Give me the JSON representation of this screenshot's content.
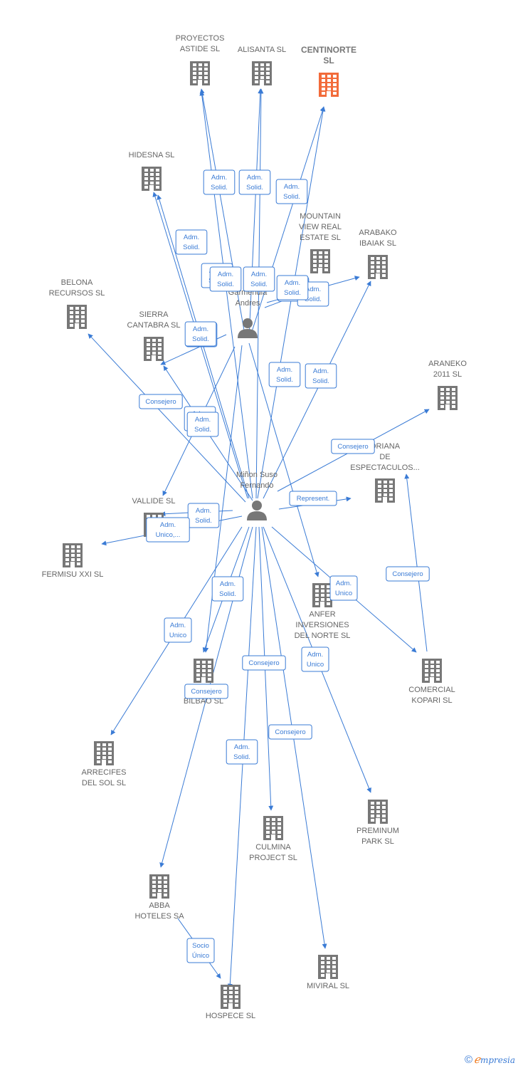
{
  "colors": {
    "edge": "#3a7bd5",
    "building": "#777777",
    "highlight": "#f26b3a",
    "person": "#777777",
    "label": "#666666"
  },
  "nodes": [
    {
      "id": "proyectos",
      "type": "company",
      "label": [
        "PROYECTOS",
        "ASTIDE SL"
      ]
    },
    {
      "id": "alisanta",
      "type": "company",
      "label": [
        "ALISANTA SL"
      ]
    },
    {
      "id": "centinorte",
      "type": "company",
      "label": [
        "CENTINORTE",
        "SL"
      ],
      "highlight": true
    },
    {
      "id": "hidesna",
      "type": "company",
      "label": [
        "HIDESNA SL"
      ]
    },
    {
      "id": "mountain",
      "type": "company",
      "label": [
        "MOUNTAIN",
        "VIEW REAL",
        "ESTATE SL"
      ]
    },
    {
      "id": "arabako",
      "type": "company",
      "label": [
        "ARABAKO",
        "IBAIAK SL"
      ]
    },
    {
      "id": "belona",
      "type": "company",
      "label": [
        "BELONA",
        "RECURSOS SL"
      ]
    },
    {
      "id": "sierra",
      "type": "company",
      "label": [
        "SIERRA",
        "CANTABRA SL"
      ]
    },
    {
      "id": "araneko",
      "type": "company",
      "label": [
        "ARANEKO",
        "2011 SL"
      ]
    },
    {
      "id": "oriana",
      "type": "company",
      "label": [
        "ORIANA",
        "DE",
        "ESPECTACULOS..."
      ]
    },
    {
      "id": "vallide",
      "type": "company",
      "label": [
        "VALLIDE SL"
      ]
    },
    {
      "id": "fermisu",
      "type": "company",
      "label": [
        "FERMISU XXI SL"
      ]
    },
    {
      "id": "anfer",
      "type": "company",
      "label": [
        "ANFER",
        "INVERSIONES",
        "DEL NORTE  SL"
      ]
    },
    {
      "id": "comercial",
      "type": "company",
      "label": [
        "COMERCIAL",
        "KOPARI SL"
      ]
    },
    {
      "id": "bilbao",
      "type": "company",
      "label": [
        "BILBAO SL"
      ]
    },
    {
      "id": "arrecifes",
      "type": "company",
      "label": [
        "ARRECIFES",
        "DEL SOL SL"
      ]
    },
    {
      "id": "preminum",
      "type": "company",
      "label": [
        "PREMINUM",
        "PARK SL"
      ]
    },
    {
      "id": "culmina",
      "type": "company",
      "label": [
        "CULMINA",
        "PROJECT SL"
      ]
    },
    {
      "id": "abba",
      "type": "company",
      "label": [
        "ABBA",
        "HOTELES SA"
      ]
    },
    {
      "id": "miviral",
      "type": "company",
      "label": [
        "MIVIRAL  SL"
      ]
    },
    {
      "id": "hospece",
      "type": "company",
      "label": [
        "HOSPECE  SL"
      ]
    },
    {
      "id": "garmendia",
      "type": "person",
      "label": [
        "Garmendia",
        "Andres"
      ]
    },
    {
      "id": "minon",
      "type": "person",
      "label": [
        "Miñon Suso",
        "Fernando"
      ]
    }
  ],
  "edges": [
    {
      "from": "garmendia",
      "to": "proyectos",
      "label": [
        "Adm.",
        "Solid."
      ]
    },
    {
      "from": "garmendia",
      "to": "alisanta",
      "label": [
        "Adm.",
        "Solid."
      ]
    },
    {
      "from": "garmendia",
      "to": "centinorte",
      "label": [
        "Adm.",
        "Solid."
      ]
    },
    {
      "from": "garmendia",
      "to": "mountain",
      "label": [
        "Adm.",
        "Solid."
      ]
    },
    {
      "from": "garmendia",
      "to": "arabako",
      "label": [
        "Adm.",
        "Solid."
      ]
    },
    {
      "from": "garmendia",
      "to": "sierra",
      "label": [
        "Adm.",
        "Solid."
      ]
    },
    {
      "from": "garmendia",
      "to": "vallide",
      "label": [
        "Adm.",
        "Solid."
      ]
    },
    {
      "from": "garmendia",
      "to": "anfer",
      "label": [
        "Adm.",
        "Solid."
      ]
    },
    {
      "from": "garmendia",
      "to": "bilbao",
      "label": [
        "Adm.",
        "Solid."
      ]
    },
    {
      "from": "minon",
      "to": "proyectos",
      "label": [
        "Adm.",
        "Solid."
      ]
    },
    {
      "from": "minon",
      "to": "alisanta",
      "label": [
        "Adm.",
        "Solid."
      ]
    },
    {
      "from": "minon",
      "to": "centinorte",
      "label": [
        "Adm.",
        "Solid."
      ]
    },
    {
      "from": "minon",
      "to": "hidesna",
      "label": [
        "Adm.",
        "Solid."
      ]
    },
    {
      "from": "minon",
      "to": "hidesna",
      "label": [
        "Adm.",
        "Solid."
      ]
    },
    {
      "from": "minon",
      "to": "arabako",
      "label": [
        "Adm.",
        "Solid."
      ]
    },
    {
      "from": "minon",
      "to": "belona",
      "label": [
        "Consejero"
      ]
    },
    {
      "from": "minon",
      "to": "sierra",
      "label": [
        "Adm.",
        "Solid."
      ]
    },
    {
      "from": "minon",
      "to": "araneko",
      "label": [
        "Consejero"
      ]
    },
    {
      "from": "minon",
      "to": "oriana",
      "label": [
        "Represent."
      ]
    },
    {
      "from": "minon",
      "to": "vallide",
      "label": [
        "Adm.",
        "Solid."
      ]
    },
    {
      "from": "minon",
      "to": "fermisu",
      "label": [
        "Adm.",
        "Unico,..."
      ]
    },
    {
      "from": "minon",
      "to": "comercial",
      "label": [
        "Adm.",
        "Unico"
      ]
    },
    {
      "from": "minon",
      "to": "bilbao",
      "label": [
        "Adm.",
        "Solid."
      ]
    },
    {
      "from": "minon",
      "to": "arrecifes",
      "label": [
        "Adm.",
        "Unico"
      ]
    },
    {
      "from": "minon",
      "to": "preminum",
      "label": [
        "Adm.",
        "Unico"
      ]
    },
    {
      "from": "minon",
      "to": "culmina",
      "label": [
        "Consejero"
      ]
    },
    {
      "from": "minon",
      "to": "abba",
      "label": [
        "Consejero"
      ]
    },
    {
      "from": "minon",
      "to": "miviral",
      "label": [
        "Consejero"
      ]
    },
    {
      "from": "minon",
      "to": "hospece",
      "label": [
        "Adm.",
        "Solid."
      ]
    },
    {
      "from": "comercial",
      "to": "oriana",
      "label": [
        "Consejero"
      ]
    },
    {
      "from": "abba",
      "to": "hospece",
      "label": [
        "Socio",
        "Único"
      ]
    }
  ],
  "footer": {
    "copyright": "©",
    "brand_e": "ℯ",
    "brand_rest": "mpresia"
  }
}
